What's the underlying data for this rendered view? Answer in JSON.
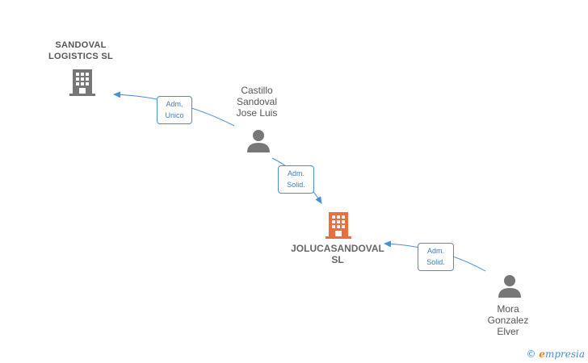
{
  "nodes": {
    "sandoval_logistics": {
      "label": "SANDOVAL\nLOGISTICS SL",
      "type": "company",
      "color": "#777777"
    },
    "castillo": {
      "label": "Castillo\nSandoval\nJose Luis",
      "type": "person",
      "color": "#777777"
    },
    "joluca": {
      "label": "JOLUCASANDOVAL\nSL",
      "type": "company",
      "color": "#f26b3a"
    },
    "mora": {
      "label": "Mora\nGonzalez\nElver",
      "type": "person",
      "color": "#777777"
    }
  },
  "edges": [
    {
      "from": "castillo",
      "to": "sandoval_logistics",
      "label": "Adm.\nUnico"
    },
    {
      "from": "castillo",
      "to": "joluca",
      "label": "Adm.\nSolid."
    },
    {
      "from": "mora",
      "to": "joluca",
      "label": "Adm.\nSolid."
    }
  ],
  "edge_color": "#4a8fd6",
  "brand": {
    "copyright": "©",
    "first_letter": "e",
    "rest": "mpresia"
  }
}
